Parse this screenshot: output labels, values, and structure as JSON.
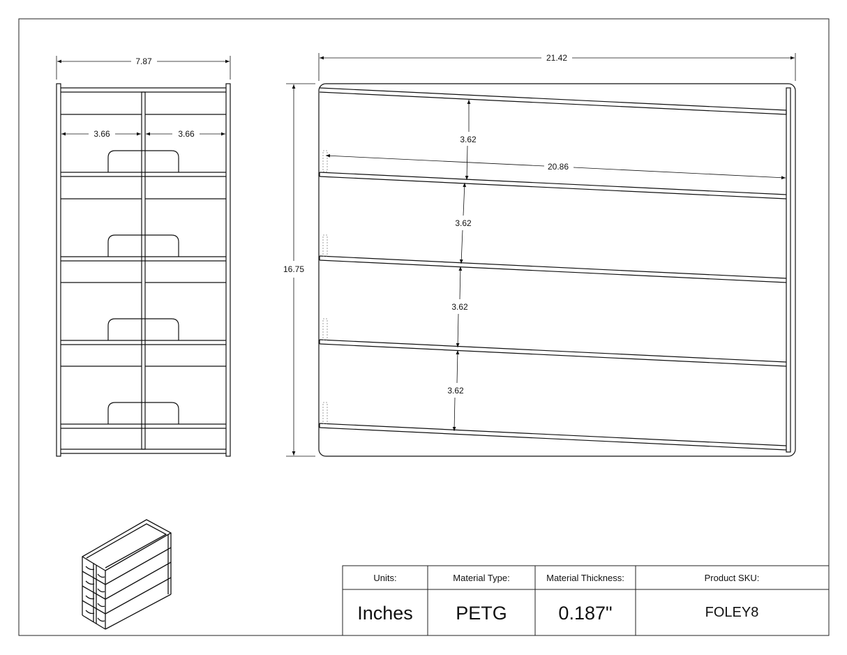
{
  "front_view": {
    "overall_width": "7.87",
    "left_bay_width": "3.66",
    "right_bay_width": "3.66"
  },
  "side_view": {
    "overall_width": "21.42",
    "overall_height": "16.75",
    "inner_length": "20.86",
    "shelf_spacings": [
      "3.62",
      "3.62",
      "3.62",
      "3.62"
    ]
  },
  "title_block": {
    "headers": {
      "units": "Units:",
      "material_type": "Material Type:",
      "material_thickness": "Material Thickness:",
      "product_sku": "Product SKU:"
    },
    "values": {
      "units": "Inches",
      "material_type": "PETG",
      "material_thickness": "0.187\"",
      "product_sku": "FOLEY8"
    }
  }
}
